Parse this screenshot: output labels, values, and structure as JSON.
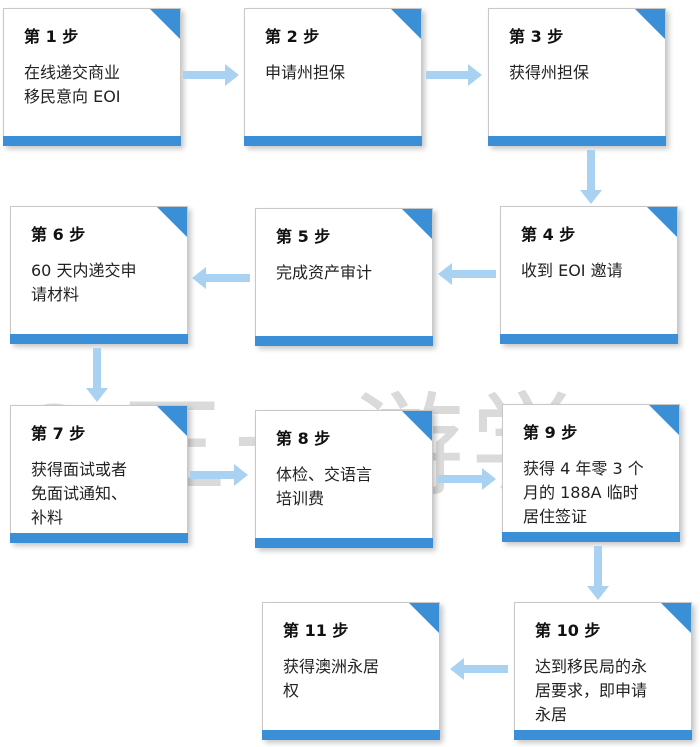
{
  "colors": {
    "accent": "#3b8fd6",
    "arrow": "#a9d2f2",
    "watermark": "#969696"
  },
  "steps": [
    {
      "label": "第 1 步",
      "text": "在线递交商业\n移民意向 EOI"
    },
    {
      "label": "第 2 步",
      "text": "申请州担保"
    },
    {
      "label": "第 3 步",
      "text": "获得州担保"
    },
    {
      "label": "第 4 步",
      "text": "收到 EOI 邀请"
    },
    {
      "label": "第 5 步",
      "text": "完成资产审计"
    },
    {
      "label": "第 6 步",
      "text": "60 天内递交申\n请材料"
    },
    {
      "label": "第 7 步",
      "text": "获得面试或者\n免面试通知、\n补料"
    },
    {
      "label": "第 8 步",
      "text": "体检、交语言\n培训费"
    },
    {
      "label": "第 9 步",
      "text": "获得 4 年零 3 个\n月的 188A 临时\n居住签证"
    },
    {
      "label": "第 10 步",
      "text": "达到移民局的永\n居要求，即申请\n永居"
    },
    {
      "label": "第 11 步",
      "text": "获得澳洲永居\n权"
    }
  ],
  "watermark": "©三一游学"
}
